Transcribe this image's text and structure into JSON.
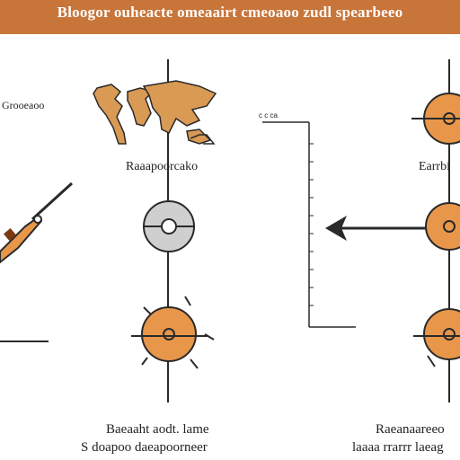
{
  "banner": {
    "title": "Bloogor ouheacte omeaairt cmeoaoo zudl spearbeeo"
  },
  "labels": {
    "left_top": "Grooeaoo",
    "map_caption": "Raaapoorcako",
    "scale_tick": "c c ca",
    "right_caption": "Earrbi",
    "bottom_mid_line1": "Baeaaht aodt. lame",
    "bottom_mid_line2": "S doapoo daeapoorneer",
    "bottom_right_line1": "Raeanaareeo",
    "bottom_right_line2": "laaaa rrarrr laeag"
  },
  "colors": {
    "banner": "#c8753a",
    "accent_orange": "#e8964a",
    "map_tan": "#d99a54",
    "line": "#2a2a2a",
    "circle_gray": "#cfcfcf"
  },
  "icons": [
    "world-map-icon",
    "compass-target-icon",
    "thermometer-icon",
    "arrow-left-icon",
    "crosshair-icon"
  ]
}
